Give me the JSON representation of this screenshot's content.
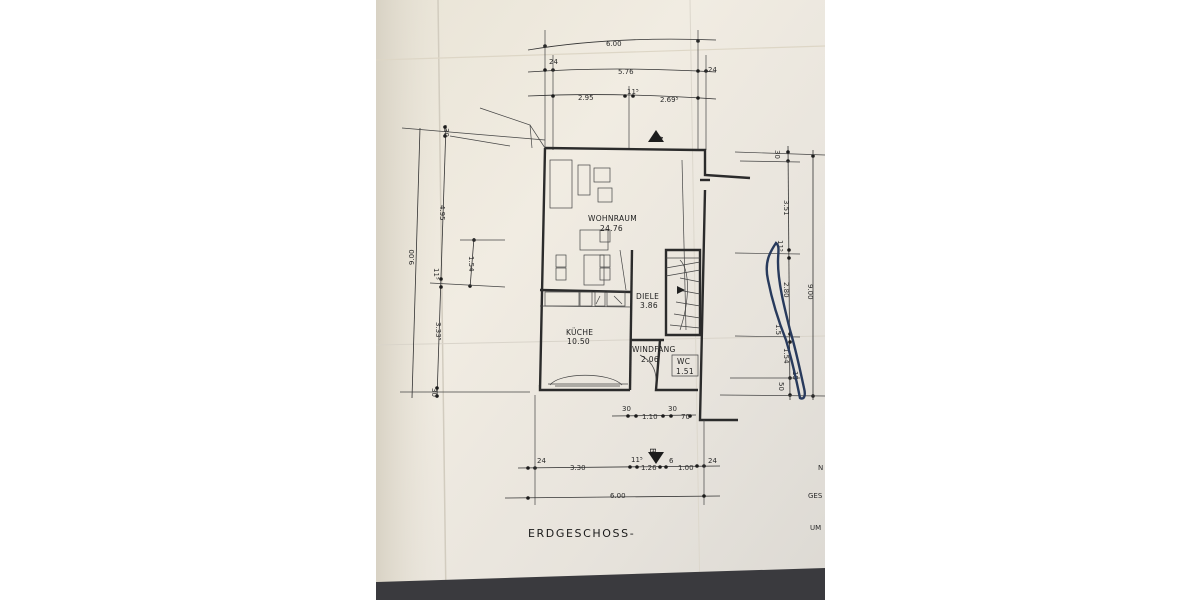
{
  "plan": {
    "caption": "ERDGESCHOSS-",
    "section_markers": [
      "A",
      "B"
    ],
    "rooms": [
      {
        "name": "WOHNRAUM",
        "area": "24.76"
      },
      {
        "name": "DIELE",
        "area": "3.86"
      },
      {
        "name": "KÜCHE",
        "area": "10.50"
      },
      {
        "name": "WINDFANG",
        "area": "2.06"
      },
      {
        "name": "WC",
        "area": "1.51"
      }
    ],
    "dims_top": [
      "6.00",
      "24",
      "5.76",
      "24",
      "2.95",
      "11⁵",
      "2.69⁵"
    ],
    "dims_left": [
      "30",
      "4.95",
      "9.00",
      "1.54",
      "11⁵",
      "3.33⁵",
      "30"
    ],
    "dims_right": [
      "30",
      "3.51",
      "11⁵",
      "2.80",
      "9.00",
      "1.5",
      "1.54",
      "15",
      "50"
    ],
    "dims_bottom_row1": [
      "30",
      "1.10",
      "30",
      "70"
    ],
    "dims_bottom_row2": [
      "24",
      "3.30",
      "11⁵",
      "1.26",
      "6",
      "1.00",
      "24"
    ],
    "dims_bottom_total": "6.00",
    "edge_fragments": [
      "N",
      "GES",
      "UM"
    ]
  },
  "colors": {
    "paper": "#ece8df",
    "ink": "#2b2b2b",
    "fold_shadow": "#3a3a3e"
  }
}
